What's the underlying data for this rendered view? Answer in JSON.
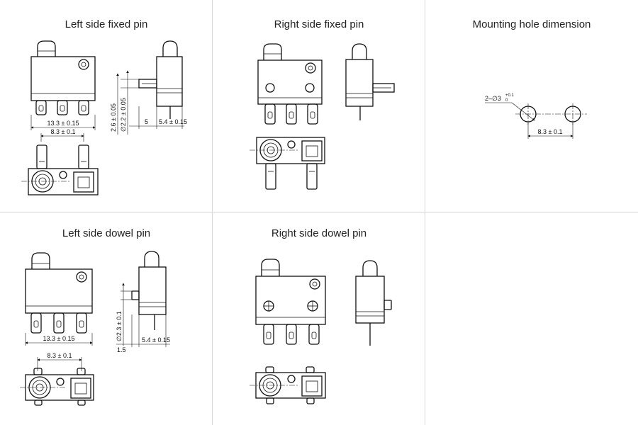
{
  "panels": {
    "left_fixed": {
      "title": "Left side fixed pin",
      "dim_width": "13.3 ± 0.15",
      "dim_pitch": "8.3 ± 0.1",
      "dim_v1": "2.6 ± 0.05",
      "dim_v2": "∅2.2 ± 0.05",
      "dim_pin": "5",
      "dim_depth": "5.4 ± 0.15"
    },
    "right_fixed": {
      "title": "Right side fixed pin"
    },
    "mounting": {
      "title": "Mounting hole dimension",
      "hole_label": "2–∅3",
      "hole_tol_upper": "+0.1",
      "hole_tol_lower": "0",
      "dim_pitch": "8.3 ± 0.1"
    },
    "left_dowel": {
      "title": "Left side dowel pin",
      "dim_width": "13.3 ± 0.15",
      "dim_pitch": "8.3 ± 0.1",
      "dim_v": "∅2.3 ± 0.1",
      "dim_pin": "1.5",
      "dim_depth": "5.4 ± 0.15"
    },
    "right_dowel": {
      "title": "Right side dowel pin"
    }
  }
}
